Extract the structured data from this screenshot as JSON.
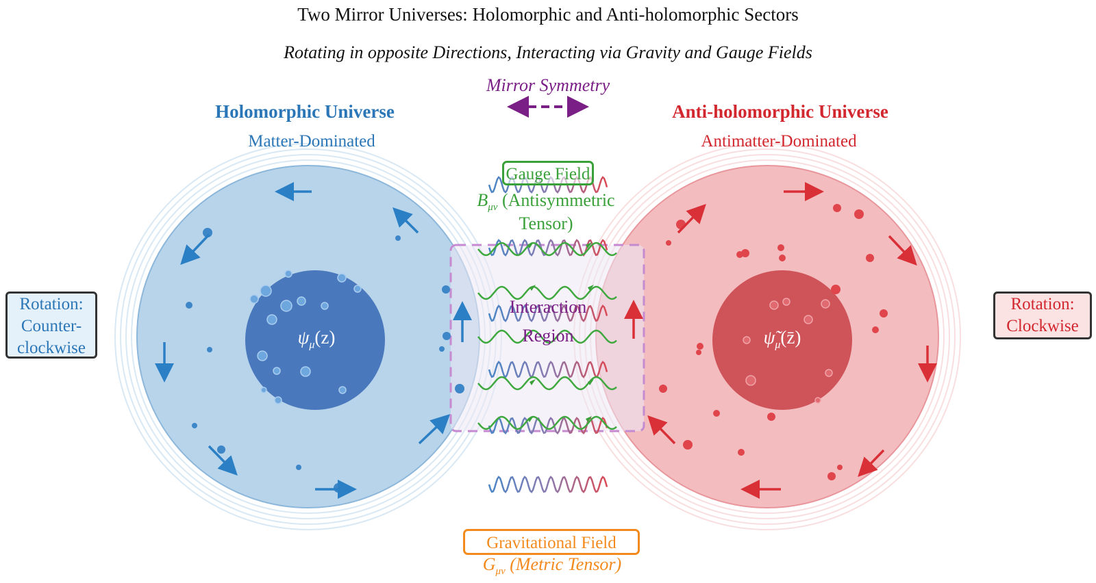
{
  "title": "Two Mirror Universes: Holomorphic and Anti-holomorphic Sectors",
  "subtitle": "Rotating in opposite Directions, Interacting via Gravity and Gauge Fields",
  "mirror_label": "Mirror Symmetry",
  "left_universe": {
    "title": "Holomorphic Universe",
    "subtitle": "Matter-Dominated",
    "core_label_symbol": "ψ",
    "core_label_sub": "μ",
    "core_label_arg": "(z)",
    "rotation_line1": "Rotation:",
    "rotation_line2": "Counter-",
    "rotation_line3": "clockwise",
    "color": "#2b76b6"
  },
  "right_universe": {
    "title": "Anti-holomorphic Universe",
    "subtitle": "Antimatter-Dominated",
    "core_label_symbol": "ψ̃",
    "core_label_sub": "μ",
    "core_label_arg": "(z̄)",
    "rotation_line1": "Rotation:",
    "rotation_line2": "Clockwise",
    "color": "#d2272e"
  },
  "gauge_field": {
    "box_label": "Gauge Field",
    "symbol": "B",
    "symbol_sub": "μν",
    "desc_line1": "(Antisymmetric",
    "desc_line2": "Tensor)",
    "color": "#3aa13a"
  },
  "interaction_region": {
    "line1": "Interaction",
    "line2": "Region",
    "color": "#7a1f86"
  },
  "gravitational_field": {
    "box_label": "Gravitational Field",
    "symbol": "G",
    "symbol_sub": "μν",
    "desc": "(Metric Tensor)",
    "color": "#f28a1e"
  }
}
